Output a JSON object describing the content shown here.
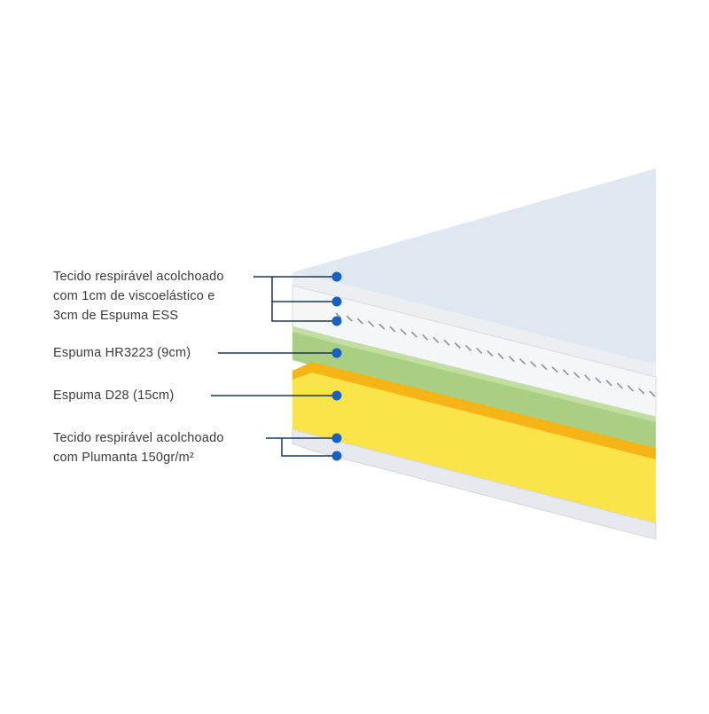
{
  "labels": {
    "top_layer": {
      "line1": "Tecido respirável acolchoado",
      "line2": "com 1cm de viscoelástico  e",
      "line3": "3cm de Espuma ESS"
    },
    "hr_foam": "Espuma HR3223 (9cm)",
    "d28_foam": "Espuma D28 (15cm)",
    "bottom_layer": {
      "line1": "Tecido respirável acolchoado",
      "line2": "com Plumanta 150gr/m²"
    }
  },
  "colors": {
    "top_face": "#dfe7f1",
    "fabric_side": "#eceef1",
    "viscoelastic": "#f5f6f8",
    "hr_foam": "#a9cf83",
    "hr_foam_top": "#c3df9f",
    "d28_foam": "#fbe44a",
    "d28_foam_top": "#f6b417",
    "bottom_fabric": "#e6e9ee",
    "pointer": "#1a5fc2",
    "leader_line": "#1b3556"
  }
}
